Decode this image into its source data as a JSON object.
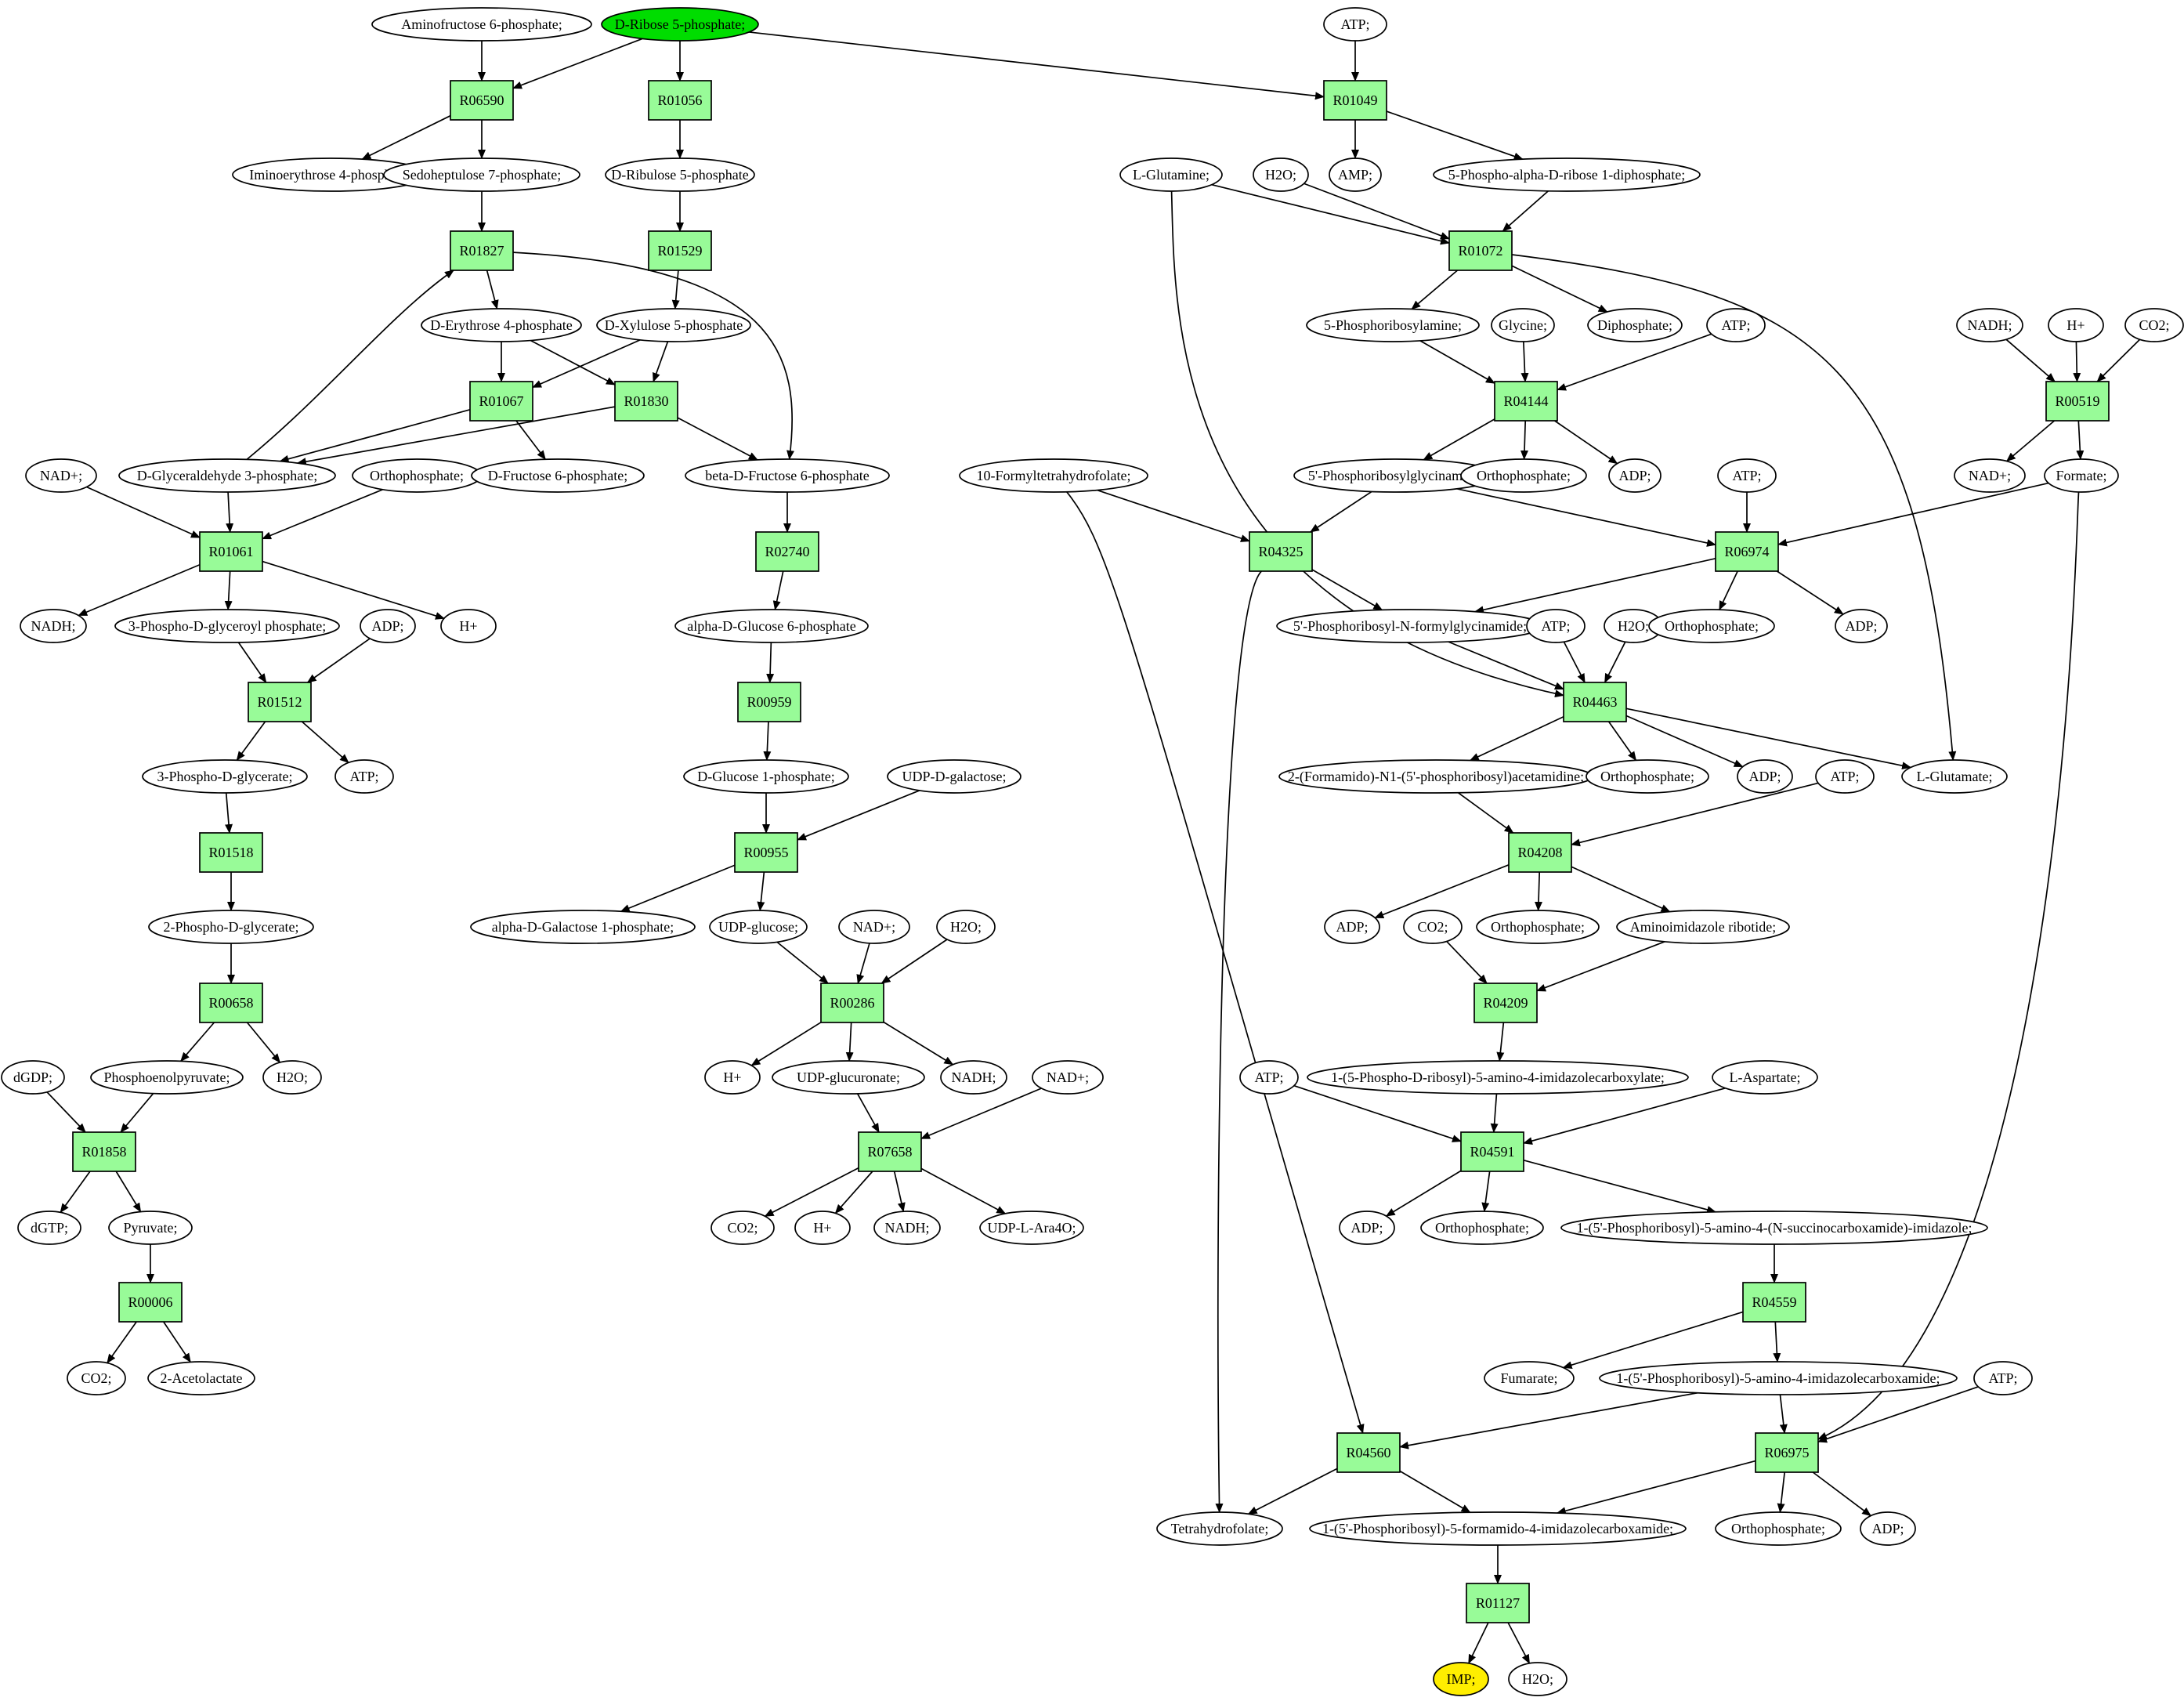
{
  "colors": {
    "reaction": "#98fb98",
    "start": "#00dd00",
    "target": "#ffee00",
    "metabolite": "#ffffff"
  },
  "reactions": {
    "r06590": "R06590",
    "r01056": "R01056",
    "r01049": "R01049",
    "r01827": "R01827",
    "r01529": "R01529",
    "r01072": "R01072",
    "r01067": "R01067",
    "r01830": "R01830",
    "r04144": "R04144",
    "r00519": "R00519",
    "r01061": "R01061",
    "r02740": "R02740",
    "r04325": "R04325",
    "r06974": "R06974",
    "r01512": "R01512",
    "r00959": "R00959",
    "r04463": "R04463",
    "r01518": "R01518",
    "r00955": "R00955",
    "r04208": "R04208",
    "r00658": "R00658",
    "r00286": "R00286",
    "r04209": "R04209",
    "r01858": "R01858",
    "r07658": "R07658",
    "r04591": "R04591",
    "r00006": "R00006",
    "r04559": "R04559",
    "r04560": "R04560",
    "r06975": "R06975",
    "r01127": "R01127"
  },
  "metabolites": {
    "aminofructose6p": "Aminofructose 6-phosphate;",
    "dribose5p": "D-Ribose 5-phosphate;",
    "atp1": "ATP;",
    "iminoerythrose4p": "Iminoerythrose 4-phosphate;",
    "sedoheptulose7p": "Sedoheptulose 7-phosphate;",
    "dribulose5p": "D-Ribulose 5-phosphate",
    "lglutamine": "L-Glutamine;",
    "h2o1": "H2O;",
    "amp": "AMP;",
    "prpp": "5-Phospho-alpha-D-ribose 1-diphosphate;",
    "derythrose4p": "D-Erythrose 4-phosphate",
    "dxylulose5p": "D-Xylulose 5-phosphate",
    "phosphoribosylamine": "5-Phosphoribosylamine;",
    "glycine": "Glycine;",
    "diphosphate": "Diphosphate;",
    "atp2": "ATP;",
    "nadh1": "NADH;",
    "hplus1": "H+",
    "co2a": "CO2;",
    "nadplus1": "NAD+;",
    "dglyceraldehyde3p": "D-Glyceraldehyde 3-phosphate;",
    "orthophosphate1": "Orthophosphate;",
    "dfructose6p": "D-Fructose 6-phosphate;",
    "betadfructose6p": "beta-D-Fructose 6-phosphate",
    "formyltetrahydrofolate": "10-Formyltetrahydrofolate;",
    "gar": "5'-Phosphoribosylglycinamide;",
    "orthophosphate2": "Orthophosphate;",
    "adp1": "ADP;",
    "atp3": "ATP;",
    "nadplus2": "NAD+;",
    "formate": "Formate;",
    "nadh2": "NADH;",
    "phosphoglyceroylp": "3-Phospho-D-glyceroyl phosphate;",
    "adp2": "ADP;",
    "hplus2": "H+",
    "alphaglucose6p": "alpha-D-Glucose 6-phosphate",
    "fgar": "5'-Phosphoribosyl-N-formylglycinamide;",
    "atp4": "ATP;",
    "h2o2": "H2O;",
    "orthophosphate3": "Orthophosphate;",
    "adp3": "ADP;",
    "phosphoglycerate3": "3-Phospho-D-glycerate;",
    "atp5": "ATP;",
    "glucose1p": "D-Glucose 1-phosphate;",
    "udpgalactose": "UDP-D-galactose;",
    "fgam": "2-(Formamido)-N1-(5'-phosphoribosyl)acetamidine;",
    "orthophosphate4": "Orthophosphate;",
    "adp4": "ADP;",
    "atp6": "ATP;",
    "lglutamate": "L-Glutamate;",
    "phosphoglycerate2": "2-Phospho-D-glycerate;",
    "galactose1p": "alpha-D-Galactose 1-phosphate;",
    "udpglucose": "UDP-glucose;",
    "nadplus3": "NAD+;",
    "h2o3": "H2O;",
    "adp5": "ADP;",
    "co2b": "CO2;",
    "orthophosphate5": "Orthophosphate;",
    "air": "Aminoimidazole ribotide;",
    "pep": "Phosphoenolpyruvate;",
    "h2o4": "H2O;",
    "dgdp": "dGDP;",
    "hplus3": "H+",
    "udpglucuronate": "UDP-glucuronate;",
    "nadh3": "NADH;",
    "nadplus4": "NAD+;",
    "atp7": "ATP;",
    "cair": "1-(5-Phospho-D-ribosyl)-5-amino-4-imidazolecarboxylate;",
    "laspartate": "L-Aspartate;",
    "dgtp": "dGTP;",
    "pyruvate": "Pyruvate;",
    "co2c": "CO2;",
    "hplus4": "H+",
    "nadh4": "NADH;",
    "udparabinose": "UDP-L-Ara4O;",
    "adp6": "ADP;",
    "orthophosphate6": "Orthophosphate;",
    "saicar": "1-(5'-Phosphoribosyl)-5-amino-4-(N-succinocarboxamide)-imidazole;",
    "co2d": "CO2;",
    "acetolactate": "2-Acetolactate",
    "fumarate": "Fumarate;",
    "aicar": "1-(5'-Phosphoribosyl)-5-amino-4-imidazolecarboxamide;",
    "atp8": "ATP;",
    "tetrahydrofolate": "Tetrahydrofolate;",
    "faicar": "1-(5'-Phosphoribosyl)-5-formamido-4-imidazolecarboxamide;",
    "orthophosphate7": "Orthophosphate;",
    "adp7": "ADP;",
    "imp": "IMP;",
    "h2o5": "H2O;"
  }
}
